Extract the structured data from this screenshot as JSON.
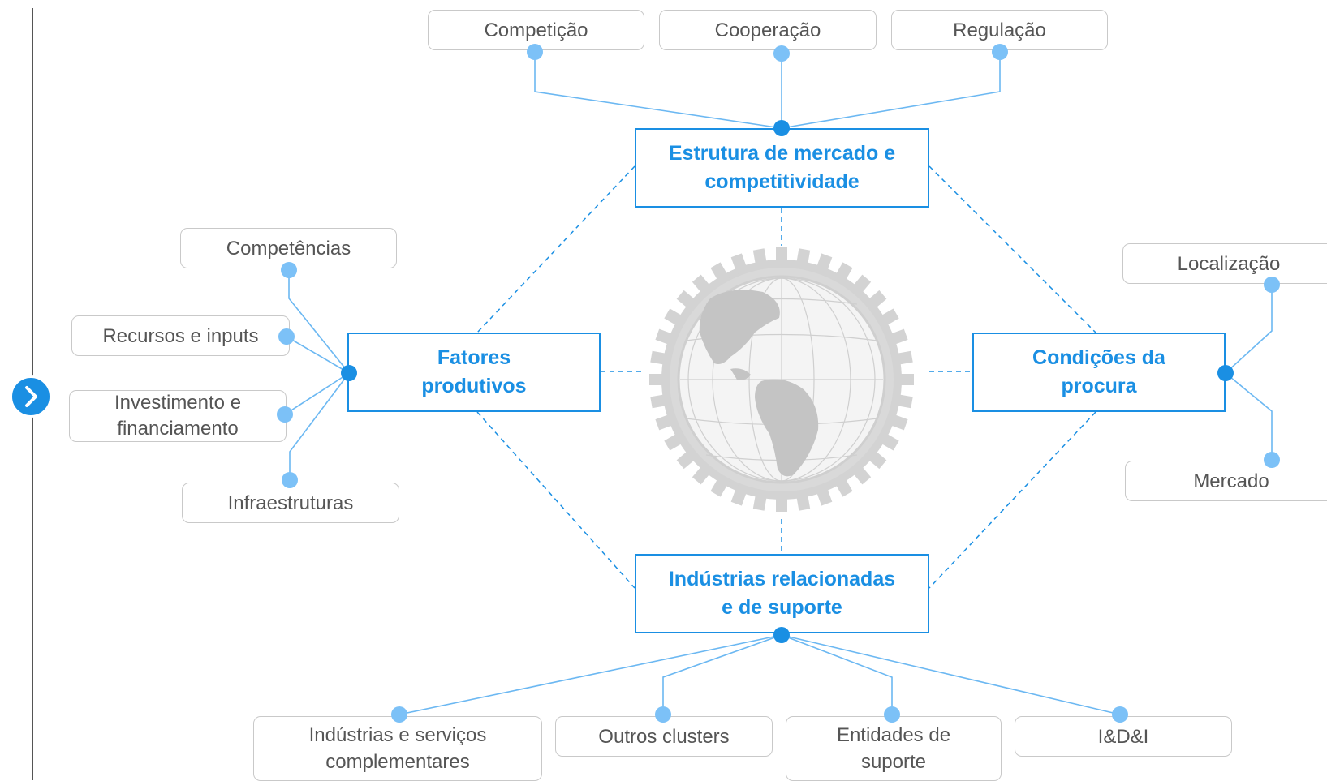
{
  "hubs": {
    "market": "Estrutura de mercado e\ncompetitividade",
    "factors": "Fatores\nprodutivos",
    "demand": "Condições da\nprocura",
    "industries": "Indústrias relacionadas\ne de suporte"
  },
  "market_items": [
    "Competição",
    "Cooperação",
    "Regulação"
  ],
  "factor_items": [
    "Competências",
    "Recursos e inputs",
    "Investimento e\nfinanciamento",
    "Infraestruturas"
  ],
  "demand_items": [
    "Localização",
    "Mercado"
  ],
  "industry_items": [
    "Indústrias e serviços\ncomplementares",
    "Outros clusters",
    "Entidades de\nsuporte",
    "I&D&I"
  ],
  "colors": {
    "accent": "#1a8fe3",
    "dot_light": "#7cc1f7",
    "line_light": "#6cb8f2",
    "box_border": "#c9c9c9",
    "gear": "#c8c8c8"
  },
  "icons": {
    "center": "globe-gear-icon",
    "nav": "chevron-right-icon"
  }
}
